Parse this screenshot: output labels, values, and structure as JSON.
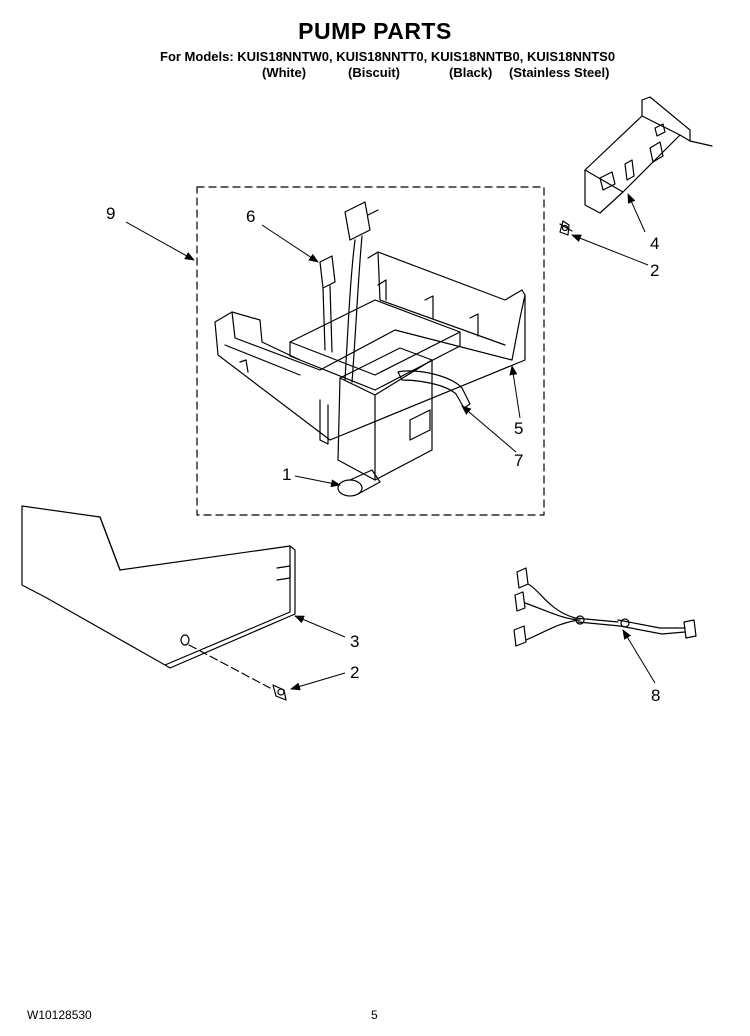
{
  "header": {
    "title": "PUMP PARTS",
    "models_line": "For Models: KUIS18NNTW0, KUIS18NNTT0, KUIS18NNTB0, KUIS18NNTS0",
    "variants": [
      "(White)",
      "(Biscuit)",
      "(Black)",
      "(Stainless Steel)"
    ]
  },
  "callouts": {
    "c1": "1",
    "c2a": "2",
    "c2b": "2",
    "c3": "3",
    "c4": "4",
    "c5": "5",
    "c6": "6",
    "c7": "7",
    "c8": "8",
    "c9": "9"
  },
  "footer": {
    "doc_number": "W10128530",
    "page_number": "5"
  }
}
